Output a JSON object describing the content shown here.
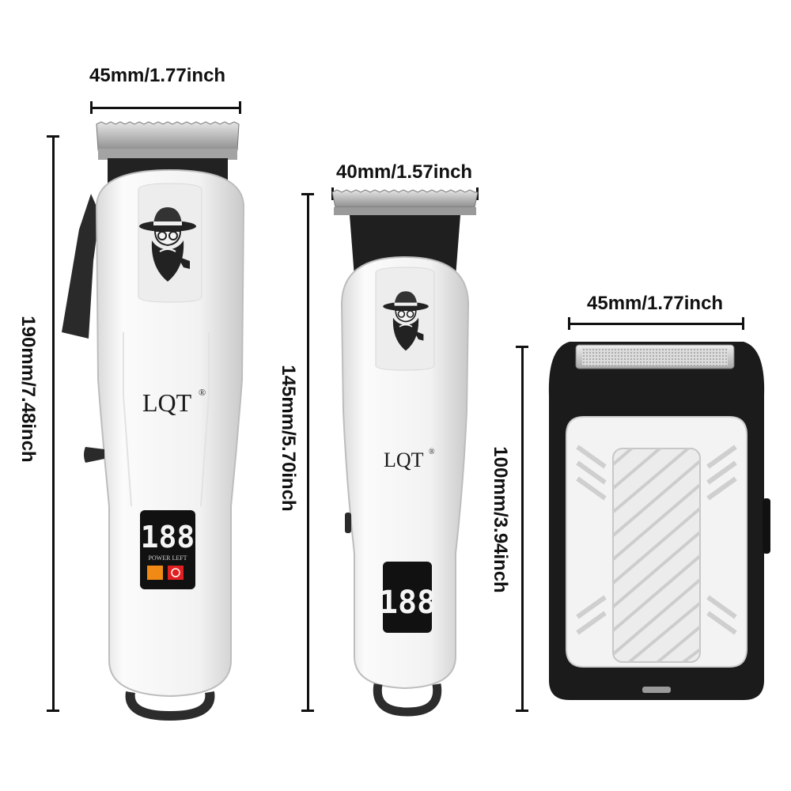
{
  "dimensions": {
    "clipper_width": "45mm/1.77inch",
    "clipper_height": "190mm/7.48inch",
    "trimmer_width": "40mm/1.57inch",
    "trimmer_height": "145mm/5.70inch",
    "shaver_width": "45mm/1.77inch",
    "shaver_height": "100mm/3.94inch"
  },
  "products": {
    "clipper": {
      "brand": "LQT",
      "reg_mark": "®",
      "display_digits": "188",
      "power_label": "POWER LEFT"
    },
    "trimmer": {
      "brand": "LQT",
      "reg_mark": "®",
      "display_digits": "188"
    },
    "shaver": {}
  },
  "icons": [
    "bearded-man-logo-icon",
    "power-icon"
  ],
  "colors": {
    "body_white": "#f4f4f4",
    "trim_black": "#1a1a1a",
    "blade_silver": "#b9b9b9",
    "lcd_red": "#e02020",
    "lcd_orange": "#f08a14"
  }
}
